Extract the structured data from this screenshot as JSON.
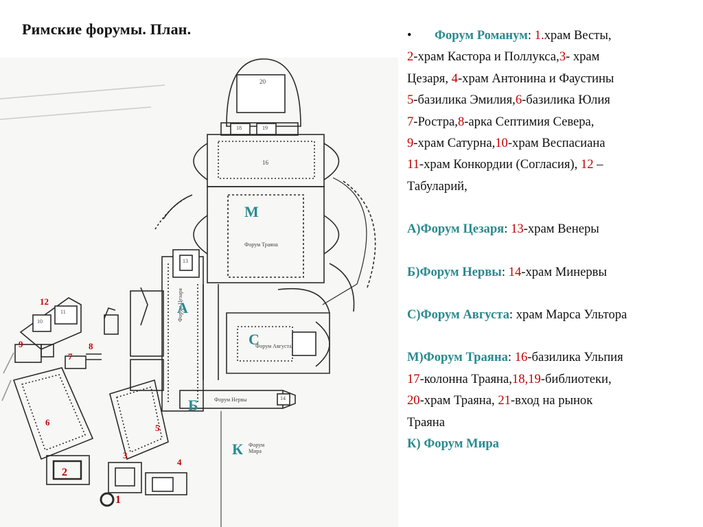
{
  "title": "Римские форумы. План.",
  "plan": {
    "letters": {
      "M": "М",
      "A": "А",
      "C": "С",
      "B": "Б",
      "K": "К"
    },
    "numbers": {
      "n12": "12",
      "n9": "9",
      "n8": "8",
      "n7": "7",
      "n6": "6",
      "n5": "5",
      "n4": "4",
      "n3": "3",
      "n2": "2",
      "n1": "1"
    },
    "inner_labels": {
      "forum_traiana": "Форум Траяна",
      "forum_augusta": "Форум Августа",
      "forum_nervy": "Форум Нервы",
      "forum_caesar": "Форум Цезаря",
      "forum_mira_1": "Форум",
      "forum_mira_2": "Мира",
      "b20": "20",
      "b16": "16",
      "b18": "18",
      "b19": "19",
      "b13": "13",
      "b14": "14",
      "b10": "10",
      "b11": "11",
      "b4": "4",
      "b2": "2"
    }
  },
  "legend": {
    "bullet": "•",
    "romanum": {
      "header": "Форум Романум",
      "l1": {
        "n1": "1.",
        "t1": "храм Весты,"
      },
      "l2": {
        "n2": "2",
        "t2": "-храм Кастора и Поллукса,",
        "n3": "3",
        "t3": "- храм"
      },
      "l3": {
        "t1": "Цезаря, ",
        "n4": "4",
        "t2": "-храм Антонина и Фаустины"
      },
      "l4": {
        "n5": "5",
        "t1": "-базилика Эмилия,",
        "n6": "6",
        "t2": "-базилика Юлия"
      },
      "l5": {
        "n7": "7",
        "t1": "-Ростра,",
        "n8": "8",
        "t2": "-арка Септимия Севера,"
      },
      "l6": {
        "n9": "9",
        "t1": "-храм Сатурна,",
        "n10": "10",
        "t2": "-храм Веспасиана"
      },
      "l7": {
        "n11": "11",
        "t1": "-храм Конкордии (Согласия), ",
        "n12": "12",
        "t2": " –"
      },
      "l8": "Табуларий,"
    },
    "caesar": {
      "header": "А)Форум Цезаря",
      "colon": ": ",
      "n13": "13",
      "t": "-храм Венеры"
    },
    "nerva": {
      "header": "Б)Форум Нервы",
      "colon": ": ",
      "n14": "14",
      "t": "-храм Минервы"
    },
    "augustus": {
      "header": "С)Форум Августа",
      "t": ": храм Марса Ультора"
    },
    "trajan": {
      "header": "М)Форум Траяна",
      "colon": ": ",
      "n16": "16",
      "t16": "-базилика Ульпия",
      "n17": "17",
      "t17": "-колонна Траяна,",
      "n1819": "18,19",
      "t1819": "-библиотеки,",
      "n20": "20",
      "t20": "-храм Траяна, ",
      "n21": "21",
      "t21": "-вход на рынок",
      "tend": "Траяна"
    },
    "peace": {
      "header": "К) Форум Мира"
    }
  },
  "colors": {
    "accent_teal": "#2a8a8f",
    "number_red": "#c00000",
    "plan_line": "#2b2b2b"
  }
}
